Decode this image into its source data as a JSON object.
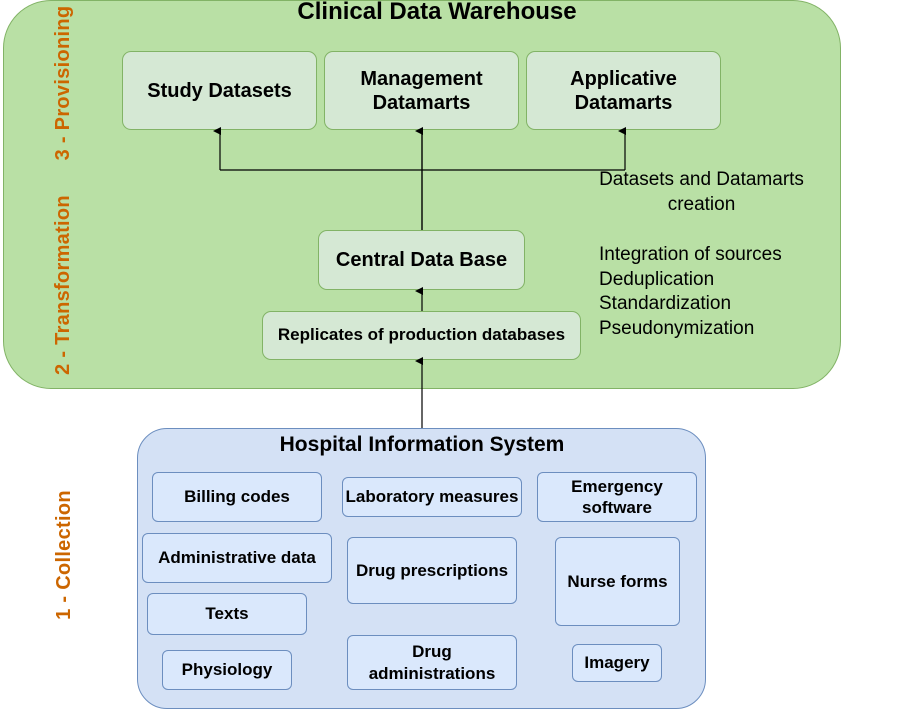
{
  "clinical_data_warehouse": {
    "title": "Clinical Data Warehouse",
    "provisioning": [
      "Study Datasets",
      "Management Datamarts",
      "Applicative Datamarts"
    ],
    "central_db": "Central Data Base",
    "replicates": "Replicates of production databases",
    "note_creation": "Datasets and Datamarts creation",
    "note_processing": [
      "Integration of sources",
      "Deduplication",
      "Standardization",
      "Pseudonymization"
    ]
  },
  "hospital_information_system": {
    "title": "Hospital Information System",
    "sources": {
      "billing": "Billing codes",
      "laboratory": "Laboratory measures",
      "emergency": "Emergency software",
      "administrative": "Administrative data",
      "prescriptions": "Drug prescriptions",
      "nurse": "Nurse forms",
      "texts": "Texts",
      "physiology": "Physiology",
      "administrations": "Drug administrations",
      "imagery": "Imagery"
    }
  },
  "phases": {
    "collection": "1 - Collection",
    "transformation": "2 - Transformation",
    "provisioning": "3 - Provisioning"
  },
  "colors": {
    "warehouse_fill": "#b9e0a5",
    "inner_green": "#d5e8d4",
    "his_fill": "#d4e1f5",
    "source_fill": "#dae8fc",
    "phase_label": "#cc6600"
  }
}
